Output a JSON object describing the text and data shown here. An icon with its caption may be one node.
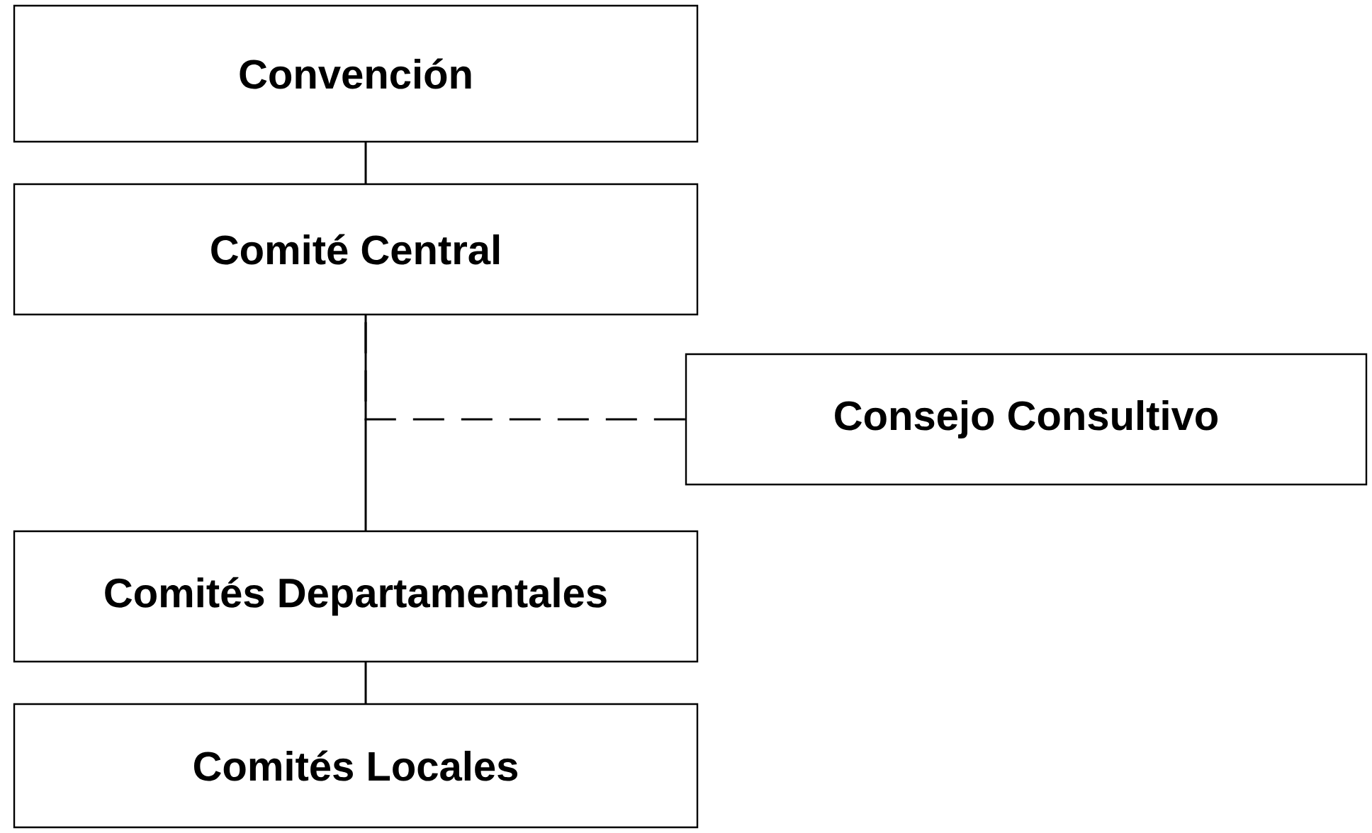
{
  "diagram": {
    "nodes": [
      {
        "text": [
          "Convención"
        ]
      },
      {
        "text": [
          "Comité Central"
        ]
      },
      {
        "text": [
          "Consejo Consultivo"
        ]
      },
      {
        "text": [
          "Comités Departamentales"
        ]
      },
      {
        "text": [
          "Comités Locales"
        ]
      }
    ],
    "edges": [
      {
        "from": 0,
        "to": 1,
        "arrow": "none"
      },
      {
        "from": 1,
        "to": 3,
        "arrow": "none"
      },
      {
        "from": 2,
        "to": 1,
        "arrow": "none",
        "style": "dashed"
      },
      {
        "from": 3,
        "to": 4,
        "arrow": "none"
      }
    ]
  }
}
